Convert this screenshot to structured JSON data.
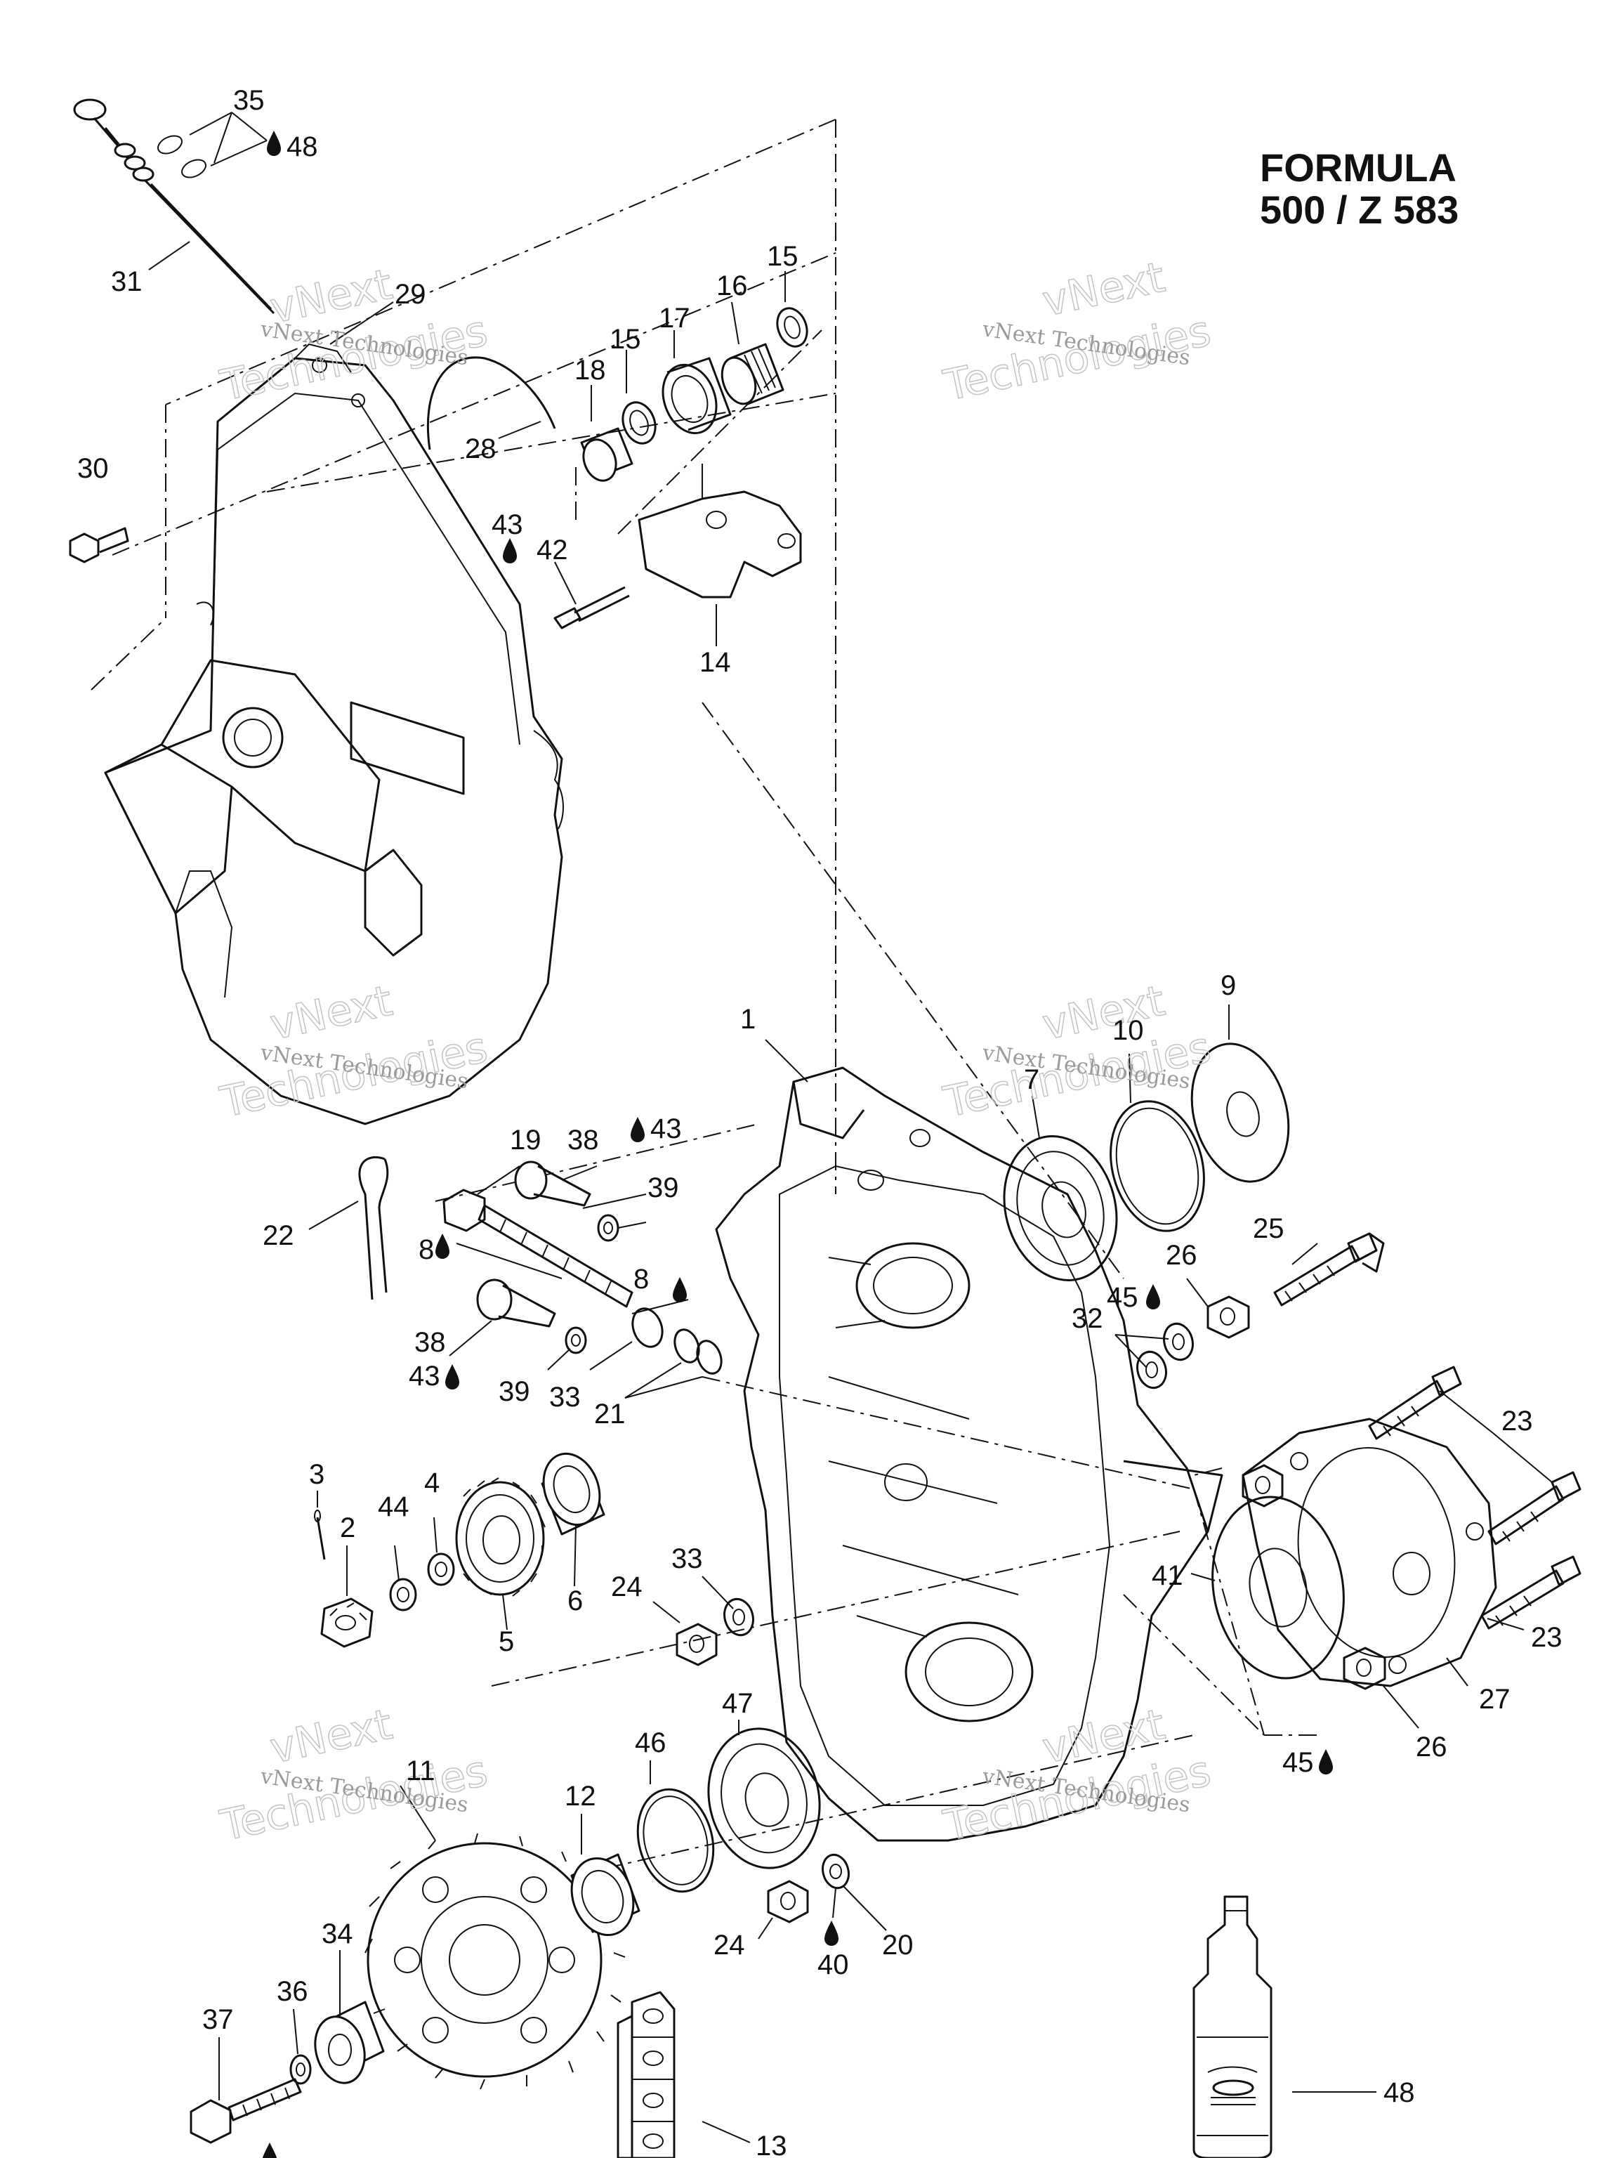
{
  "title": {
    "line1": "FORMULA",
    "line2": "500 / Z 583"
  },
  "watermark": {
    "line1": "vNext Technologies",
    "line2": "vNext",
    "line3": "Technologies"
  },
  "callouts": [
    {
      "id": "c35a",
      "text": "35"
    },
    {
      "id": "c48a",
      "text": "48"
    },
    {
      "id": "c31",
      "text": "31"
    },
    {
      "id": "c29",
      "text": "29"
    },
    {
      "id": "c30",
      "text": "30"
    },
    {
      "id": "c28",
      "text": "28"
    },
    {
      "id": "c18",
      "text": "18"
    },
    {
      "id": "c15a",
      "text": "15"
    },
    {
      "id": "c17",
      "text": "17"
    },
    {
      "id": "c16",
      "text": "16"
    },
    {
      "id": "c15b",
      "text": "15"
    },
    {
      "id": "c43a",
      "text": "43"
    },
    {
      "id": "c42",
      "text": "42"
    },
    {
      "id": "c14",
      "text": "14"
    },
    {
      "id": "c1",
      "text": "1"
    },
    {
      "id": "c7",
      "text": "7"
    },
    {
      "id": "c10",
      "text": "10"
    },
    {
      "id": "c9",
      "text": "9"
    },
    {
      "id": "c19",
      "text": "19"
    },
    {
      "id": "c38a",
      "text": "38"
    },
    {
      "id": "c43b",
      "text": "43"
    },
    {
      "id": "c39a",
      "text": "39"
    },
    {
      "id": "c22",
      "text": "22"
    },
    {
      "id": "c8a",
      "text": "8"
    },
    {
      "id": "c8b",
      "text": "8"
    },
    {
      "id": "c38b",
      "text": "38"
    },
    {
      "id": "c43c",
      "text": "43"
    },
    {
      "id": "c39b",
      "text": "39"
    },
    {
      "id": "c33a",
      "text": "33"
    },
    {
      "id": "c21",
      "text": "21"
    },
    {
      "id": "c25",
      "text": "25"
    },
    {
      "id": "c26a",
      "text": "26"
    },
    {
      "id": "c45a",
      "text": "45"
    },
    {
      "id": "c32",
      "text": "32"
    },
    {
      "id": "c23a",
      "text": "23"
    },
    {
      "id": "c3",
      "text": "3"
    },
    {
      "id": "c2",
      "text": "2"
    },
    {
      "id": "c44",
      "text": "44"
    },
    {
      "id": "c4",
      "text": "4"
    },
    {
      "id": "c5",
      "text": "5"
    },
    {
      "id": "c6",
      "text": "6"
    },
    {
      "id": "c33b",
      "text": "33"
    },
    {
      "id": "c24a",
      "text": "24"
    },
    {
      "id": "c41",
      "text": "41"
    },
    {
      "id": "c23b",
      "text": "23"
    },
    {
      "id": "c27",
      "text": "27"
    },
    {
      "id": "c26b",
      "text": "26"
    },
    {
      "id": "c45b",
      "text": "45"
    },
    {
      "id": "c11",
      "text": "11"
    },
    {
      "id": "c12",
      "text": "12"
    },
    {
      "id": "c46",
      "text": "46"
    },
    {
      "id": "c47",
      "text": "47"
    },
    {
      "id": "c24b",
      "text": "24"
    },
    {
      "id": "c20",
      "text": "20"
    },
    {
      "id": "c40",
      "text": "40"
    },
    {
      "id": "c34",
      "text": "34"
    },
    {
      "id": "c36",
      "text": "36"
    },
    {
      "id": "c37",
      "text": "37"
    },
    {
      "id": "c13",
      "text": "13"
    },
    {
      "id": "c48b",
      "text": "48"
    }
  ]
}
